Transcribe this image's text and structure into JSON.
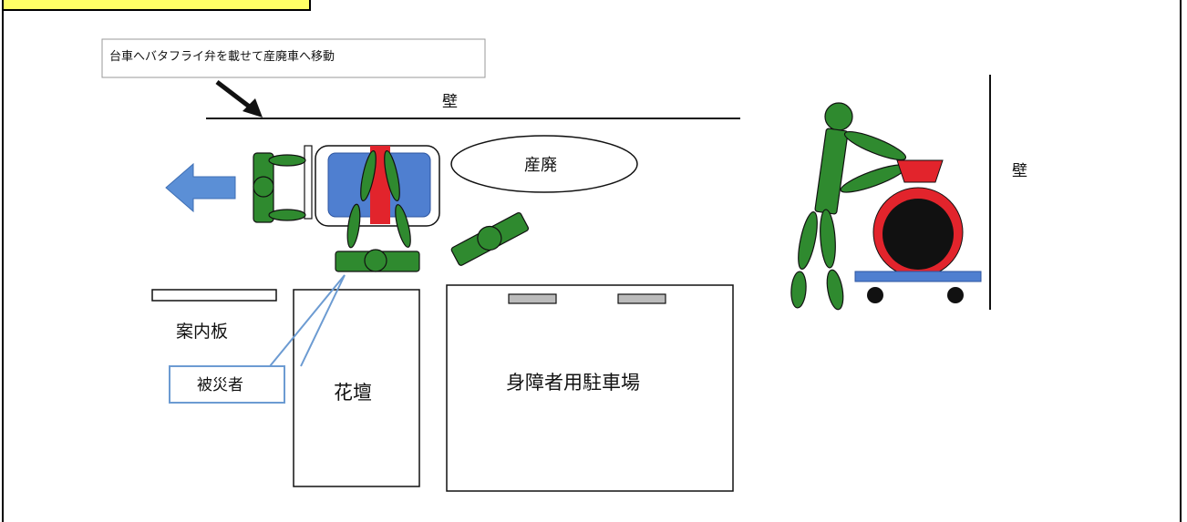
{
  "labels": {
    "note": "台車へバタフライ弁を載せて産廃車へ移動",
    "wall_top": "壁",
    "wall_right": "壁",
    "waste_area": "産廃",
    "signboard": "案内板",
    "victim": "被災者",
    "flower_bed": "花壇",
    "disabled_parking": "身障者用駐車場"
  },
  "colors": {
    "figure_green": "#2f8a2f",
    "cart_blue": "#4f7fd0",
    "arrow_blue": "#5b8fd6",
    "valve_red": "#e2242c",
    "header_yellow": "#ffff66",
    "callout_blue": "#6c9bd2"
  }
}
